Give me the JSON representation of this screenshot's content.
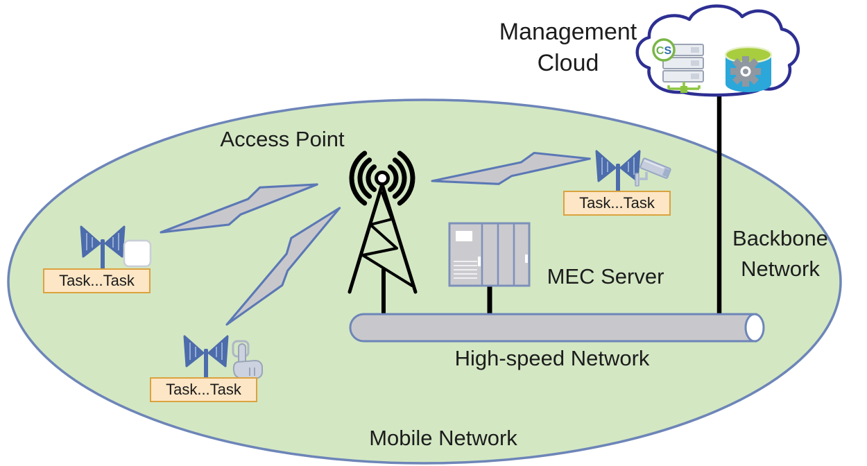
{
  "figure": {
    "type": "network-architecture-diagram",
    "labels": {
      "management_cloud": "Management\nCloud",
      "access_point": "Access Point",
      "mec_server": "MEC Server",
      "backbone_network": "Backbone\nNetwork",
      "high_speed_network": "High-speed Network",
      "mobile_network": "Mobile Network"
    },
    "devices": [
      {
        "id": "iot-device-box",
        "icon": "antenna-icon + white-box-device",
        "label": "Task...Task"
      },
      {
        "id": "touch-device",
        "icon": "antenna-icon + touch-hand-icon",
        "label": "Task...Task"
      },
      {
        "id": "camera-device",
        "icon": "antenna-icon + cctv-camera-icon",
        "label": "Task...Task"
      }
    ],
    "cloud_icons": [
      "server-stack-icon",
      "database-gear-icon"
    ],
    "connections": [
      "device-to-access-point lightning bolts (3)",
      "access-point to high-speed-network",
      "mec-server to high-speed-network",
      "management-cloud to high-speed-network (backbone)"
    ],
    "colors": {
      "ellipse_fill": "#d3e7c3",
      "ellipse_stroke": "#6d85b8",
      "bolt_fill": "#c8c8cc",
      "bolt_stroke": "#5b78b5",
      "antenna_blue": "#4c6cab",
      "pipe_fill": "#c8c8cc",
      "task_box_fill": "#fde6c6",
      "task_box_border": "#dba23e",
      "cloud_stroke": "#2d2f92",
      "database_blue": "#2ba7da",
      "database_top_green": "#a8cd3f",
      "cable_green": "#8cc63f",
      "text": "#1c1c1c"
    }
  }
}
